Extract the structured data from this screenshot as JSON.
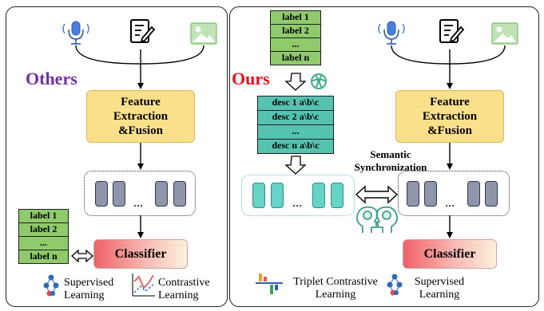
{
  "left_panel": {
    "title": "Others",
    "feature_box": "Feature Extraction &Fusion",
    "ellipsis": "…",
    "labels": [
      "label 1",
      "label 2",
      "...",
      "label n"
    ],
    "classifier": "Classifier",
    "legend": [
      {
        "icon": "tree-network-icon",
        "text": "Supervised Learning"
      },
      {
        "icon": "trend-lines-icon",
        "text": "Contrastive Learning"
      }
    ]
  },
  "right_panel": {
    "title": "Ours",
    "labels": [
      "label 1",
      "label 2",
      "...",
      "label n"
    ],
    "descs": [
      "desc 1 a\\b\\c",
      "desc 2 a\\b\\c",
      "...",
      "desc n a\\b\\c"
    ],
    "feature_box": "Feature Extraction &Fusion",
    "semantic_sync": "Semantic Synchronization",
    "ellipsis": "…",
    "classifier": "Classifier",
    "legend": [
      {
        "icon": "bar-axis-icon",
        "text": "Triplet Contrastive Learning"
      },
      {
        "icon": "tree-network-icon",
        "text": "Supervised Learning"
      }
    ]
  },
  "colors": {
    "others_title": "#7030a0",
    "ours_title": "#e8101a",
    "label_green": "#8fca6b",
    "desc_teal": "#56c2b0",
    "feature_yellow": "#fbe08c",
    "classifier_red": "#f06268"
  }
}
